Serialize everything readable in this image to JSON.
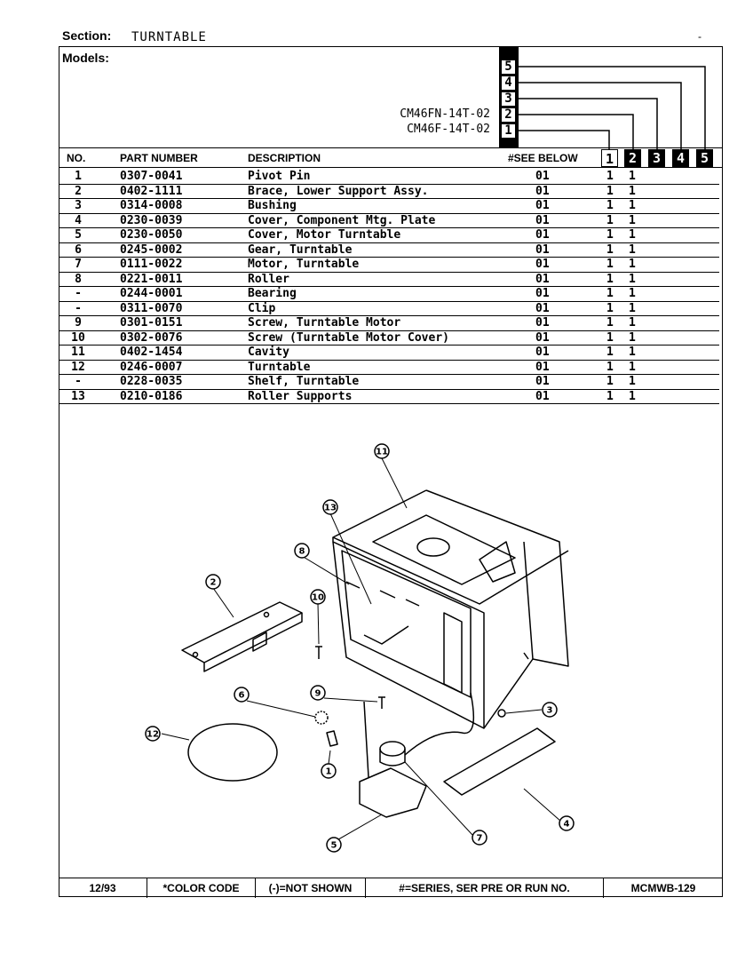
{
  "section": {
    "label": "Section:",
    "value": "TURNTABLE",
    "mark": "-"
  },
  "models": {
    "label": "Models:",
    "names": [
      "CM46FN-14T-02",
      "CM46F-14T-02"
    ],
    "selectors": [
      "5",
      "4",
      "3",
      "2",
      "1"
    ]
  },
  "columns": {
    "no": "NO.",
    "part_number": "PART NUMBER",
    "description": "DESCRIPTION",
    "see_below": "#SEE BELOW",
    "model_cols": [
      "1",
      "2",
      "3",
      "4",
      "5"
    ]
  },
  "parts": [
    {
      "no": "1",
      "pn": "0307-0041",
      "desc": "Pivot Pin",
      "see": "01",
      "m1": "1",
      "m2": "1"
    },
    {
      "no": "2",
      "pn": "0402-1111",
      "desc": "Brace, Lower Support Assy.",
      "see": "01",
      "m1": "1",
      "m2": "1"
    },
    {
      "no": "3",
      "pn": "0314-0008",
      "desc": "Bushing",
      "see": "01",
      "m1": "1",
      "m2": "1"
    },
    {
      "no": "4",
      "pn": "0230-0039",
      "desc": "Cover, Component Mtg. Plate",
      "see": "01",
      "m1": "1",
      "m2": "1"
    },
    {
      "no": "5",
      "pn": "0230-0050",
      "desc": "Cover, Motor Turntable",
      "see": "01",
      "m1": "1",
      "m2": "1"
    },
    {
      "no": "6",
      "pn": "0245-0002",
      "desc": "Gear, Turntable",
      "see": "01",
      "m1": "1",
      "m2": "1"
    },
    {
      "no": "7",
      "pn": "0111-0022",
      "desc": "Motor, Turntable",
      "see": "01",
      "m1": "1",
      "m2": "1"
    },
    {
      "no": "8",
      "pn": "0221-0011",
      "desc": "Roller",
      "see": "01",
      "m1": "1",
      "m2": "1"
    },
    {
      "no": "-",
      "pn": "0244-0001",
      "desc": "Bearing",
      "see": "01",
      "m1": "1",
      "m2": "1"
    },
    {
      "no": "-",
      "pn": "0311-0070",
      "desc": "Clip",
      "see": "01",
      "m1": "1",
      "m2": "1"
    },
    {
      "no": "9",
      "pn": "0301-0151",
      "desc": "Screw, Turntable Motor",
      "see": "01",
      "m1": "1",
      "m2": "1"
    },
    {
      "no": "10",
      "pn": "0302-0076",
      "desc": "Screw (Turntable Motor Cover)",
      "see": "01",
      "m1": "1",
      "m2": "1"
    },
    {
      "no": "11",
      "pn": "0402-1454",
      "desc": "Cavity",
      "see": "01",
      "m1": "1",
      "m2": "1"
    },
    {
      "no": "12",
      "pn": "0246-0007",
      "desc": "Turntable",
      "see": "01",
      "m1": "1",
      "m2": "1"
    },
    {
      "no": "-",
      "pn": "0228-0035",
      "desc": "Shelf, Turntable",
      "see": "01",
      "m1": "1",
      "m2": "1"
    },
    {
      "no": "13",
      "pn": "0210-0186",
      "desc": "Roller Supports",
      "see": "01",
      "m1": "1",
      "m2": "1"
    }
  ],
  "diagram": {
    "callouts": [
      "11",
      "13",
      "8",
      "2",
      "10",
      "9",
      "6",
      "3",
      "12",
      "1",
      "4",
      "7",
      "5"
    ]
  },
  "footer": {
    "date": "12/93",
    "color_code": "*COLOR CODE",
    "not_shown": "(-)=NOT SHOWN",
    "series": "#=SERIES, SER PRE OR RUN NO.",
    "doc_no": "MCMWB-129"
  }
}
